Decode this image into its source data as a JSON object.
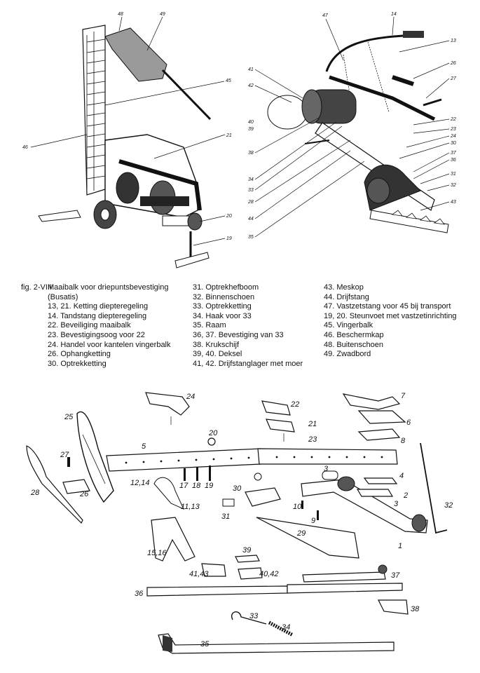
{
  "caption": {
    "fig_label": "fig. 2-VIII",
    "title_line1": "Maaibalk voor driepuntsbevestiging",
    "title_line2": "(Busatis)",
    "col1": [
      "13, 21. Ketting diepteregeling",
      "14. Tandstang diepteregeling",
      "22. Beveiliging maaibalk",
      "23. Bevestigingsoog voor 22",
      "24. Handel voor kantelen vingerbalk",
      "26. Ophangketting",
      "30. Optrekketting"
    ],
    "col2": [
      "31. Optrekhefboom",
      "32. Binnenschoen",
      "33. Optrekketting",
      "34. Haak voor 33",
      "35. Raam",
      "36, 37. Bevestiging van 33",
      "38. Krukschijf",
      "39, 40. Deksel",
      "41, 42. Drijfstanglager met moer"
    ],
    "col3": [
      "43. Meskop",
      "44. Drijfstang",
      "47. Vastzetstang voor 45 bij transport",
      "19, 20. Steunvoet met vastzetinrichting",
      "45. Vingerbalk",
      "46. Beschermkap",
      "48. Buitenschoen",
      "49. Zwadbord"
    ]
  },
  "top_left_labels": [
    "48",
    "49",
    "45",
    "46",
    "21",
    "20",
    "19"
  ],
  "top_right_labels": [
    "47",
    "14",
    "13",
    "41",
    "42",
    "40",
    "39",
    "38",
    "34",
    "33",
    "28",
    "44",
    "35",
    "26",
    "27",
    "22",
    "23",
    "24",
    "30",
    "37",
    "36",
    "31",
    "32",
    "43"
  ],
  "exploded_labels": [
    "24",
    "22",
    "21",
    "23",
    "7",
    "6",
    "8",
    "25",
    "20",
    "5",
    "27",
    "26",
    "28",
    "3",
    "17",
    "18",
    "19",
    "12,14",
    "11,13",
    "30",
    "31",
    "10",
    "9",
    "4",
    "2",
    "3",
    "1",
    "32",
    "29",
    "15,16",
    "39",
    "41,43",
    "40,42",
    "37",
    "36",
    "38",
    "33",
    "34",
    "35"
  ]
}
